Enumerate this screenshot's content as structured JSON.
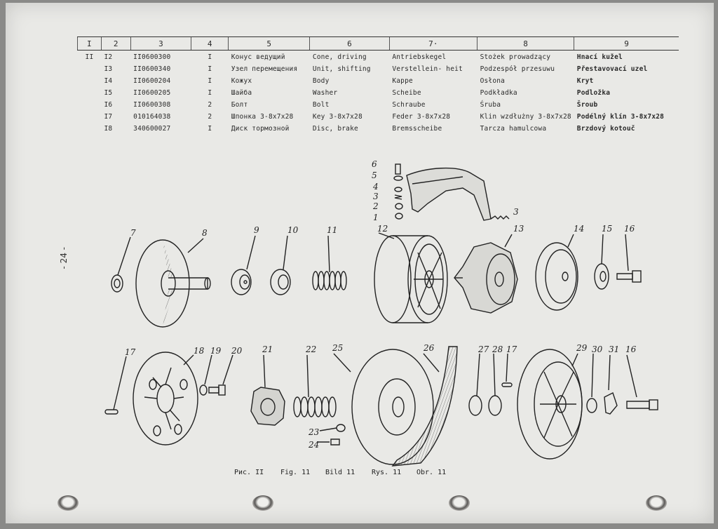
{
  "table": {
    "headers": [
      "I",
      "2",
      "3",
      "4",
      "5",
      "6",
      "7·",
      "8",
      "9"
    ],
    "rows": [
      {
        "group": "II",
        "pos": "I2",
        "code": "II0600300",
        "qty": "I",
        "ru": "Конус\nведущий",
        "en": "Cone, driving",
        "de": "Antriebskegel",
        "pl": "Stożek\nprowadzący",
        "cz": "Hnací\nkužel"
      },
      {
        "group": "",
        "pos": "I3",
        "code": "II0600340",
        "qty": "I",
        "ru": "Узел\nперемещения",
        "en": "Unit, shifting",
        "de": "Verstellein-\nheit",
        "pl": "Podzespół\nprzesuwu",
        "cz": "Přestavovací\nuzel"
      },
      {
        "group": "",
        "pos": "I4",
        "code": "II0600204",
        "qty": "I",
        "ru": "Кожух",
        "en": "Body",
        "de": "Kappe",
        "pl": "Osłona",
        "cz": "Kryt"
      },
      {
        "group": "",
        "pos": "I5",
        "code": "II0600205",
        "qty": "I",
        "ru": "Шайба",
        "en": "Washer",
        "de": "Scheibe",
        "pl": "Podkładka",
        "cz": "Podložka"
      },
      {
        "group": "",
        "pos": "I6",
        "code": "II0600308",
        "qty": "2",
        "ru": "Болт",
        "en": "Bolt",
        "de": "Schraube",
        "pl": "Śruba",
        "cz": "Šroub"
      },
      {
        "group": "",
        "pos": "I7",
        "code": "010164038",
        "qty": "2",
        "ru": "Шпонка\n3-8x7x28",
        "en": "Key\n3-8x7x28",
        "de": "Feder\n3-8x7x28",
        "pl": "Klin wzdłużny\n3-8x7x28",
        "cz": "Podélný klín\n3-8x7x28"
      },
      {
        "group": "",
        "pos": "I8",
        "code": "340600027",
        "qty": "I",
        "ru": "Диск\nтормозной",
        "en": "Disc,\nbrake",
        "de": "Bremsscheibe",
        "pl": "Tarcza\nhamulcowa",
        "cz": "Brzdový\nkotouč"
      }
    ]
  },
  "page_number": "- 24 -",
  "captions": [
    "Рис. II",
    "Fig. 11",
    "Bild 11",
    "Rys. 11",
    "Obr. 11"
  ],
  "callouts": [
    "1",
    "2",
    "3",
    "4",
    "5",
    "6",
    "3",
    "7",
    "8",
    "9",
    "10",
    "11",
    "12",
    "13",
    "14",
    "15",
    "16",
    "17",
    "18",
    "19",
    "20",
    "21",
    "22",
    "25",
    "26",
    "27",
    "28",
    "17",
    "29",
    "30",
    "31",
    "16",
    "23",
    "24"
  ],
  "colors": {
    "paper": "#e9e9e6",
    "ink": "#222222"
  }
}
